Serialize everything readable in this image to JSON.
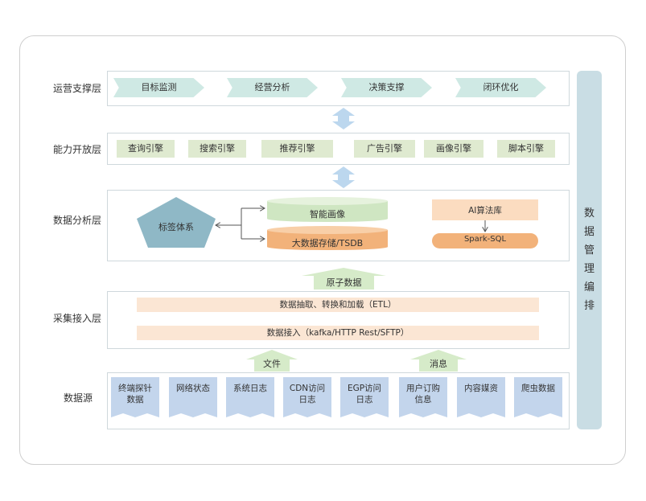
{
  "layers": {
    "ops": "运营支撑层",
    "capability": "能力开放层",
    "analysis": "数据分析层",
    "ingest": "采集接入层",
    "source": "数据源"
  },
  "ops_items": [
    "目标监测",
    "经营分析",
    "决策支撑",
    "闭环优化"
  ],
  "engines": [
    "查询引擎",
    "搜索引擎",
    "推荐引擎",
    "广告引擎",
    "画像引擎",
    "脚本引擎"
  ],
  "analysis": {
    "tag_system": "标签体系",
    "smart_profile": "智能画像",
    "big_storage": "大数据存储/TSDB",
    "ai_lib": "AI算法库",
    "spark_sql": "Spark-SQL"
  },
  "raw_data": "原子数据",
  "ingest": {
    "etl": "数据抽取、转换和加载（ETL）",
    "access": "数据接入（kafka/HTTP Rest/SFTP）"
  },
  "arrows": {
    "file": "文件",
    "message": "消息"
  },
  "sources": [
    [
      "终端探针",
      "数据"
    ],
    [
      "网络状态"
    ],
    [
      "系统日志"
    ],
    [
      "CDN访问",
      "日志"
    ],
    [
      "EGP访问",
      "日志"
    ],
    [
      "用户订购",
      "信息"
    ],
    [
      "内容媒资"
    ],
    [
      "爬虫数据"
    ]
  ],
  "side_label": [
    "数",
    "据",
    "管",
    "理",
    "编",
    "排"
  ],
  "colors": {
    "chevron": "#cfe9e4",
    "engine": "#dfead0",
    "etl_bar": "#fbe6d4",
    "doc": "#c3d5ec",
    "pentagon": "#8fb8c6",
    "cylinder_green": "#cfe6c2",
    "cylinder_orange": "#f2b27a",
    "ai_box": "#fbdcc0",
    "arrow_blue": "#bcd7ee",
    "arrow_green": "#d6ebc9",
    "side_bar": "#c9dde4"
  }
}
